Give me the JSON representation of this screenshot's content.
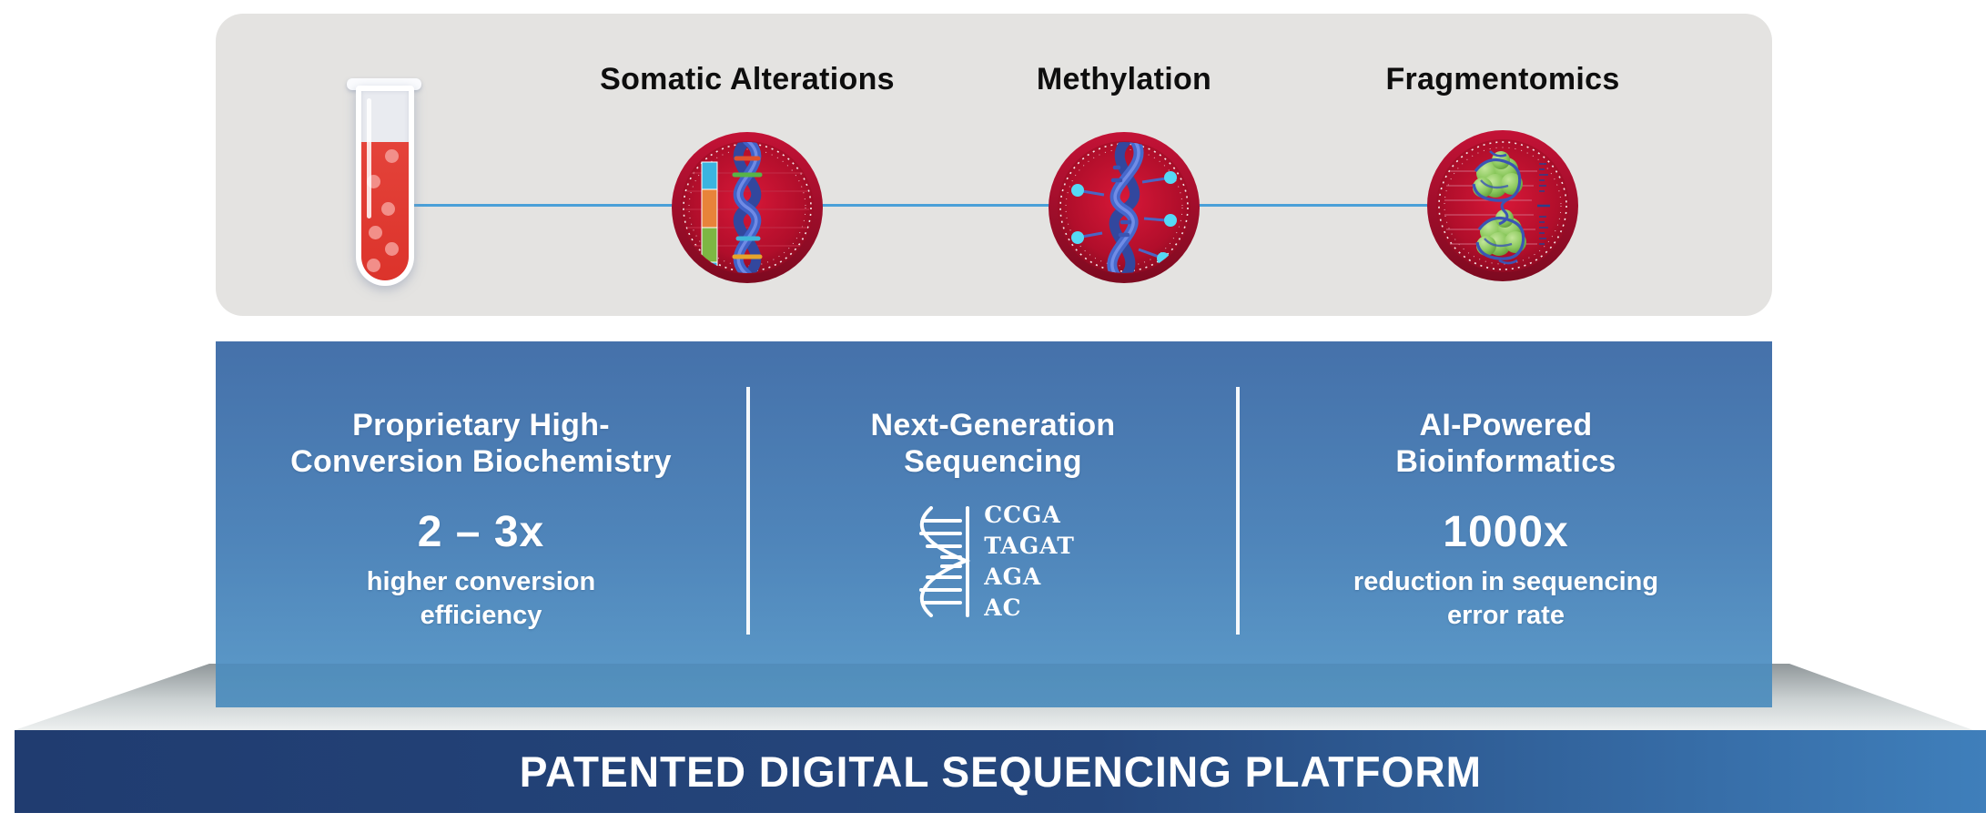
{
  "page": {
    "background": "#ffffff"
  },
  "top_panel": {
    "sample_icon": "blood-sample-tube-icon",
    "items": [
      {
        "label": "Somatic Alterations",
        "icon": "somatic-alterations-icon"
      },
      {
        "label": "Methylation",
        "icon": "methylation-icon"
      },
      {
        "label": "Fragmentomics",
        "icon": "fragmentomics-icon"
      }
    ]
  },
  "pipeline_panel": {
    "columns": [
      {
        "heading": "Proprietary High-\nConversion Biochemistry",
        "stat": "2 – 3x",
        "description": "higher conversion\nefficiency"
      },
      {
        "heading": "Next-Generation\nSequencing",
        "icon": "dna-sequence-icon",
        "sequence_reads": [
          "CCGA",
          "TAGAT",
          "AGA",
          "AC"
        ]
      },
      {
        "heading": "AI-Powered\nBioinformatics",
        "stat": "1000x",
        "description": "reduction in sequencing\nerror rate"
      }
    ]
  },
  "platform": {
    "banner": "PATENTED DIGITAL SEQUENCING PLATFORM"
  },
  "colors": {
    "top_panel_bg": "#e4e3e1",
    "connector_line": "#4aa0d8",
    "blue_panel_top": "#4571aa",
    "blue_panel_bottom": "#5d9cca",
    "navy_band_left": "#203c70",
    "navy_band_right": "#3f7fbb",
    "vessel_red": "#c01030",
    "blood_red": "#e4433a",
    "methyl_dot_cyan": "#55d9f5",
    "nucleosome_green": "#7ec85a"
  }
}
